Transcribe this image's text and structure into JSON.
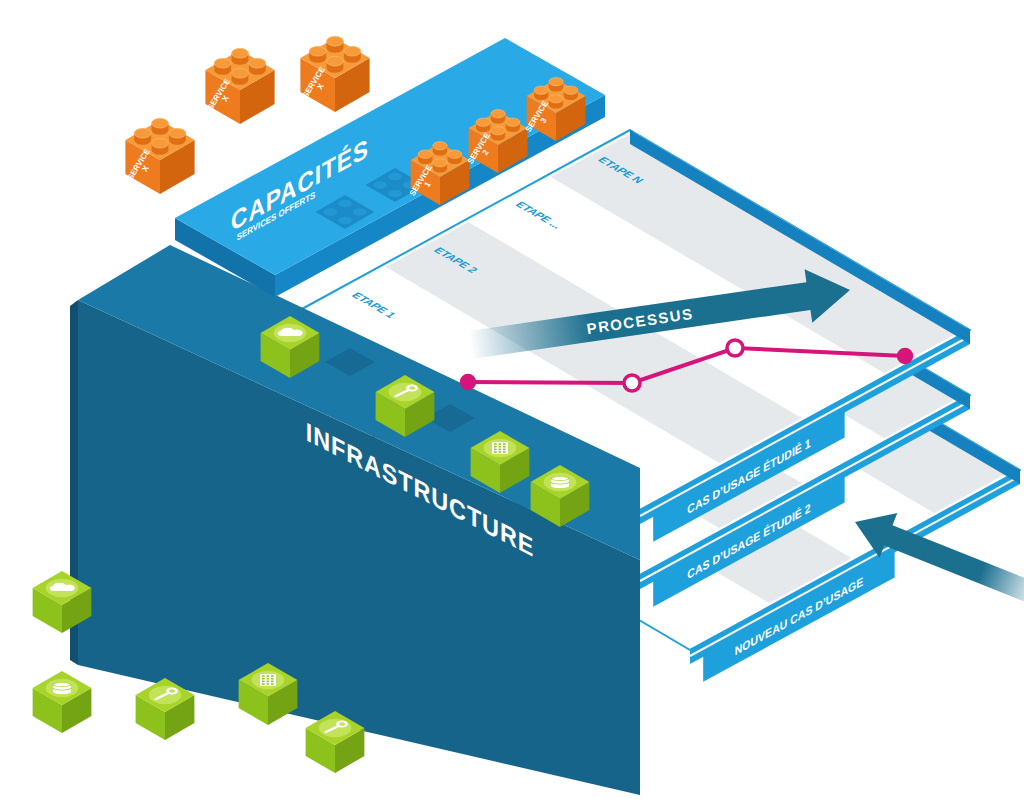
{
  "diagram": {
    "nodes": [
      {
        "text": [
          "SERVICE X"
        ]
      },
      {
        "text": [
          "SERVICE X"
        ]
      },
      {
        "text": [
          "SERVICE X"
        ]
      },
      {
        "text": [
          "CAPACITÉS",
          "SERVICES OFFERTS"
        ]
      },
      {
        "text": [
          "SERVICE 1"
        ],
        "in": 3
      },
      {
        "text": [
          "SERVICE 2"
        ],
        "in": 3
      },
      {
        "text": [
          "SERVICE 3"
        ],
        "in": 3
      },
      {
        "text": [
          "INFRASTRUCTURE"
        ]
      },
      {
        "text": [
          "CAS D’USAGE ÉTUDIÉ 1"
        ]
      },
      {
        "text": [
          "CAS D’USAGE ÉTUDIÉ 2"
        ]
      },
      {
        "text": [
          "NOUVEAU CAS D’USAGE"
        ]
      }
    ],
    "labels": [
      "ETAPE 1",
      "ETAPE 2",
      "ETAPE ...",
      "ETAPE N",
      "PROCESSUS"
    ]
  }
}
